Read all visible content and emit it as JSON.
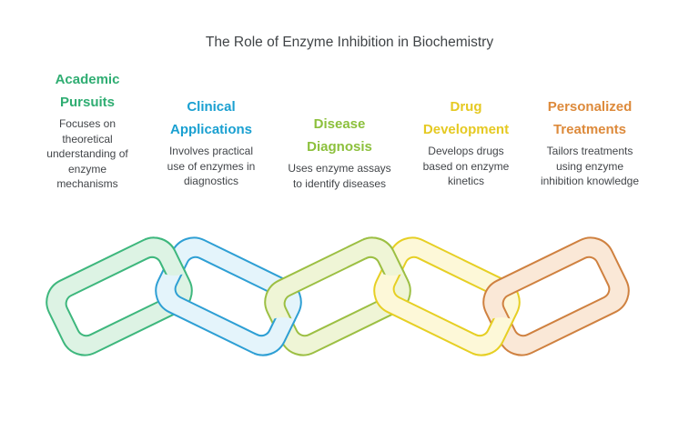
{
  "title": "The Role of Enzyme Inhibition in Biochemistry",
  "columns": [
    {
      "heading": "Academic Pursuits",
      "body": "Focuses on theoretical understanding of enzyme mechanisms",
      "color": "#2fad72"
    },
    {
      "heading": "Clinical Applications",
      "body": "Involves practical use of enzymes in diagnostics",
      "color": "#1aa0d1"
    },
    {
      "heading": "Disease Diagnosis",
      "body": "Uses enzyme assays to identify diseases",
      "color": "#8cc03c"
    },
    {
      "heading": "Drug Development",
      "body": "Develops drugs based on enzyme kinetics",
      "color": "#e5c922"
    },
    {
      "heading": "Personalized Treatments",
      "body": "Tailors treatments using enzyme inhibition knowledge",
      "color": "#dd8a3b"
    }
  ],
  "chain": {
    "links": [
      {
        "name": "academic-pursuits",
        "stroke": "#3eb77d",
        "fill": "#ddf3e4"
      },
      {
        "name": "clinical-applications",
        "stroke": "#2e9fd4",
        "fill": "#e4f4fb"
      },
      {
        "name": "disease-diagnosis",
        "stroke": "#9cbf43",
        "fill": "#eff5d6"
      },
      {
        "name": "drug-development",
        "stroke": "#e6cf24",
        "fill": "#fdf8d8"
      },
      {
        "name": "personalized-treatments",
        "stroke": "#cf8140",
        "fill": "#fae8d7"
      }
    ]
  }
}
